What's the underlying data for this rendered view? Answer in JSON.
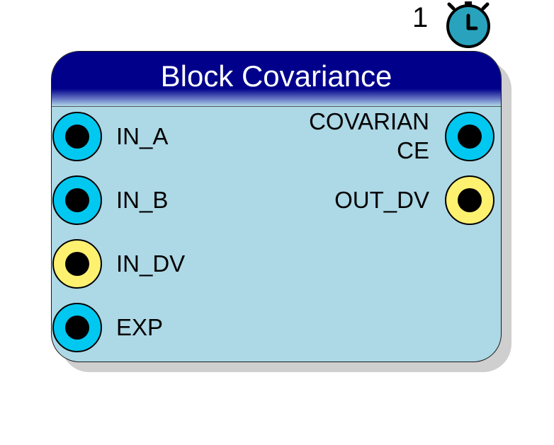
{
  "timer": {
    "count": "1",
    "icon": "stopwatch-icon",
    "color": "#29a3bd"
  },
  "block": {
    "title": "Block Covariance",
    "header_color": "#00008b",
    "body_color": "#add8e6",
    "inputs": [
      {
        "label": "IN_A",
        "type": "analog",
        "color": "#00c8f0"
      },
      {
        "label": "IN_B",
        "type": "analog",
        "color": "#00c8f0"
      },
      {
        "label": "IN_DV",
        "type": "data-valid",
        "color": "#fff170"
      },
      {
        "label": "EXP",
        "type": "analog",
        "color": "#00c8f0"
      }
    ],
    "outputs": [
      {
        "label_line1": "COVARIAN",
        "label_line2": "CE",
        "type": "analog",
        "color": "#00c8f0"
      },
      {
        "label_line1": "OUT_DV",
        "label_line2": "",
        "type": "data-valid",
        "color": "#fff170"
      }
    ]
  }
}
